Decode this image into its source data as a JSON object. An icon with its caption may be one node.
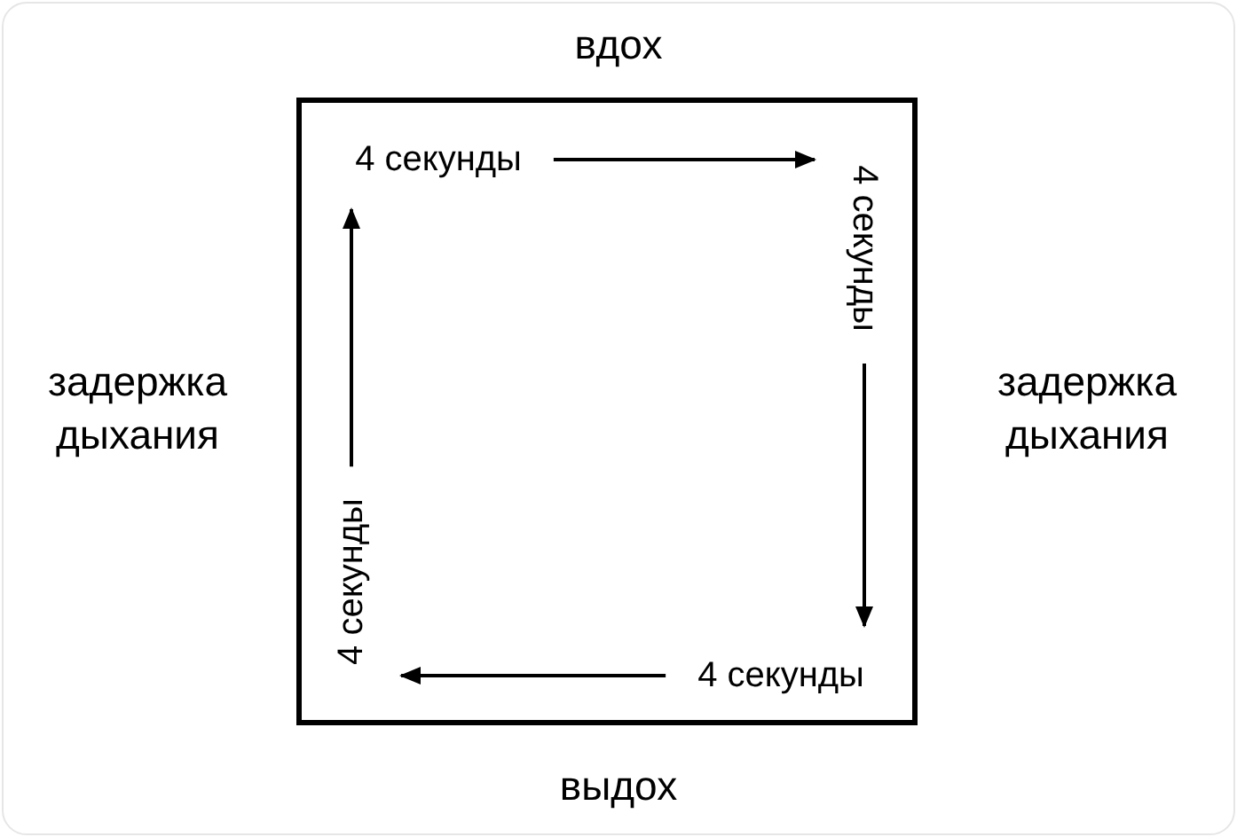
{
  "diagram": {
    "nodes": [
      {
        "text": [],
        "shape": "box"
      },
      {
        "text": [
          "4 секунды"
        ],
        "in": 0
      },
      {
        "text": [
          "4 секунды"
        ],
        "in": 0
      },
      {
        "text": [
          "4 секунды"
        ],
        "in": 0
      },
      {
        "text": [
          "4 секунды"
        ],
        "in": 0
      }
    ],
    "edges": [
      {
        "from": 1,
        "to": 2,
        "arrow": "to"
      },
      {
        "from": 2,
        "to": 3,
        "arrow": "to"
      },
      {
        "from": 3,
        "to": 4,
        "arrow": "to"
      },
      {
        "from": 4,
        "to": 1,
        "arrow": "to"
      }
    ],
    "labels": [
      "вдох",
      "задержка дыхания",
      "задержка дыхания",
      "выдох"
    ]
  }
}
